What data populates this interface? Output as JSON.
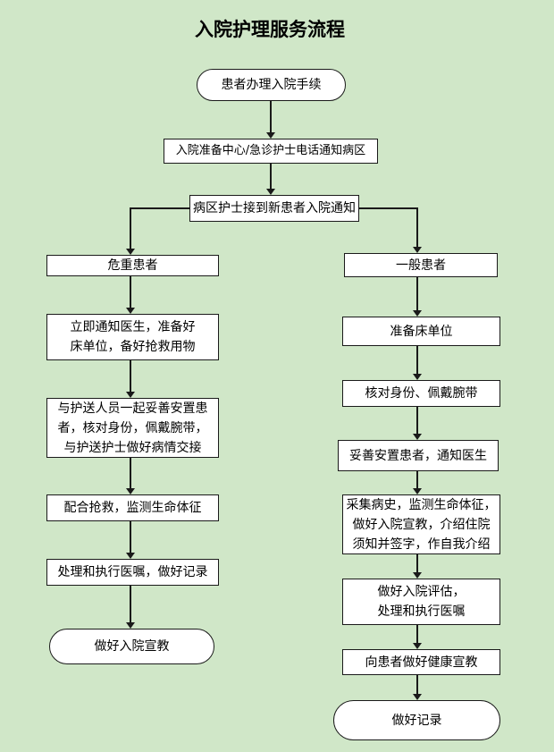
{
  "colors": {
    "background": "#d0e7c8",
    "node_fill": "#ffffff",
    "line": "#1a1a1a"
  },
  "flowchart": {
    "title": "入院护理服务流程",
    "start": {
      "label": "患者办理入院手续"
    },
    "notify": {
      "label": "入院准备中心/急诊护士电话通知病区"
    },
    "receive": {
      "label": "病区护士接到新患者入院通知"
    },
    "left": {
      "header": {
        "label": "危重患者"
      },
      "steps": [
        {
          "label": "立即通知医生，准备好\n床单位，备好抢救用物"
        },
        {
          "label": "与护送人员一起妥善安置患\n者，核对身份，佩戴腕带，\n与护送护士做好病情交接"
        },
        {
          "label": "配合抢救，监测生命体征"
        },
        {
          "label": "处理和执行医嘱，做好记录"
        }
      ],
      "end": {
        "label": "做好入院宣教"
      }
    },
    "right": {
      "header": {
        "label": "一般患者"
      },
      "steps": [
        {
          "label": "准备床单位"
        },
        {
          "label": "核对身份、佩戴腕带"
        },
        {
          "label": "妥善安置患者，通知医生"
        },
        {
          "label": "采集病史，监测生命体征，\n做好入院宣教，介绍住院\n须知并签字，作自我介绍"
        },
        {
          "label": "做好入院评估，\n处理和执行医嘱"
        },
        {
          "label": "向患者做好健康宣教"
        }
      ],
      "end": {
        "label": "做好记录"
      }
    }
  }
}
